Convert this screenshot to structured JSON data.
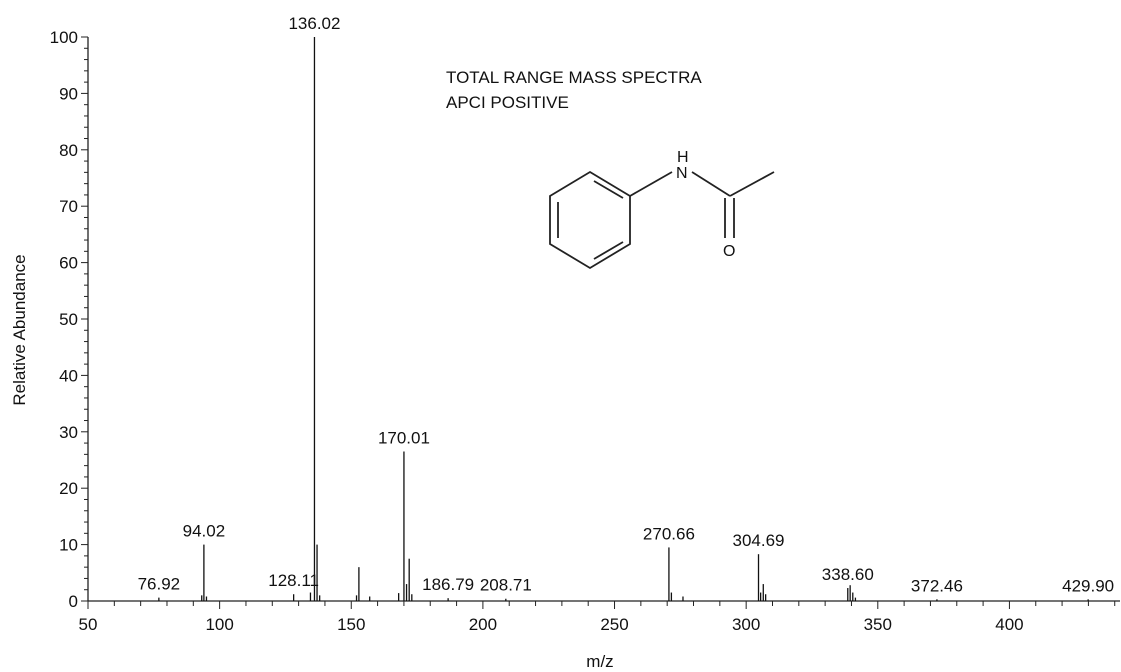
{
  "chart_data": {
    "type": "bar",
    "subtype": "mass-spectrum-stick",
    "title": "",
    "xlabel": "m/z",
    "ylabel": "Relative Abundance",
    "xlim": [
      50,
      442
    ],
    "ylim": [
      0,
      100
    ],
    "x_ticks": [
      50,
      100,
      150,
      200,
      250,
      300,
      350,
      400
    ],
    "y_ticks": [
      0,
      10,
      20,
      30,
      40,
      50,
      60,
      70,
      80,
      90,
      100
    ],
    "grid": false,
    "annotations": [
      "TOTAL RANGE MASS SPECTRA",
      "APCI POSITIVE"
    ],
    "structure_labels": {
      "nh": "N",
      "h": "H",
      "o": "O"
    },
    "series": [
      {
        "peaks": [
          {
            "mz": 76.92,
            "abundance": 0.6,
            "label": "76.92"
          },
          {
            "mz": 93.2,
            "abundance": 1.0,
            "label": ""
          },
          {
            "mz": 94.02,
            "abundance": 10.0,
            "label": "94.02"
          },
          {
            "mz": 95.0,
            "abundance": 0.8,
            "label": ""
          },
          {
            "mz": 128.11,
            "abundance": 1.2,
            "label": "128.11"
          },
          {
            "mz": 134.5,
            "abundance": 1.5,
            "label": ""
          },
          {
            "mz": 136.02,
            "abundance": 100.0,
            "label": "136.02"
          },
          {
            "mz": 137.0,
            "abundance": 10.0,
            "label": ""
          },
          {
            "mz": 138.0,
            "abundance": 1.0,
            "label": ""
          },
          {
            "mz": 152.0,
            "abundance": 1.0,
            "label": ""
          },
          {
            "mz": 152.9,
            "abundance": 6.0,
            "label": ""
          },
          {
            "mz": 157.0,
            "abundance": 0.8,
            "label": ""
          },
          {
            "mz": 168.0,
            "abundance": 1.4,
            "label": ""
          },
          {
            "mz": 170.01,
            "abundance": 26.5,
            "label": "170.01"
          },
          {
            "mz": 171.0,
            "abundance": 3.0,
            "label": ""
          },
          {
            "mz": 172.0,
            "abundance": 7.5,
            "label": ""
          },
          {
            "mz": 173.0,
            "abundance": 1.2,
            "label": ""
          },
          {
            "mz": 186.79,
            "abundance": 0.5,
            "label": "186.79"
          },
          {
            "mz": 208.71,
            "abundance": 0.4,
            "label": "208.71"
          },
          {
            "mz": 270.66,
            "abundance": 9.5,
            "label": "270.66"
          },
          {
            "mz": 271.6,
            "abundance": 1.5,
            "label": ""
          },
          {
            "mz": 276.0,
            "abundance": 0.8,
            "label": ""
          },
          {
            "mz": 304.69,
            "abundance": 8.3,
            "label": "304.69"
          },
          {
            "mz": 305.5,
            "abundance": 1.5,
            "label": ""
          },
          {
            "mz": 306.5,
            "abundance": 3.0,
            "label": ""
          },
          {
            "mz": 307.4,
            "abundance": 1.2,
            "label": ""
          },
          {
            "mz": 338.6,
            "abundance": 2.3,
            "label": "338.60"
          },
          {
            "mz": 339.5,
            "abundance": 2.8,
            "label": ""
          },
          {
            "mz": 340.5,
            "abundance": 1.5,
            "label": ""
          },
          {
            "mz": 341.5,
            "abundance": 0.6,
            "label": ""
          },
          {
            "mz": 372.46,
            "abundance": 0.3,
            "label": "372.46"
          },
          {
            "mz": 429.9,
            "abundance": 0.3,
            "label": "429.90"
          }
        ]
      }
    ]
  }
}
